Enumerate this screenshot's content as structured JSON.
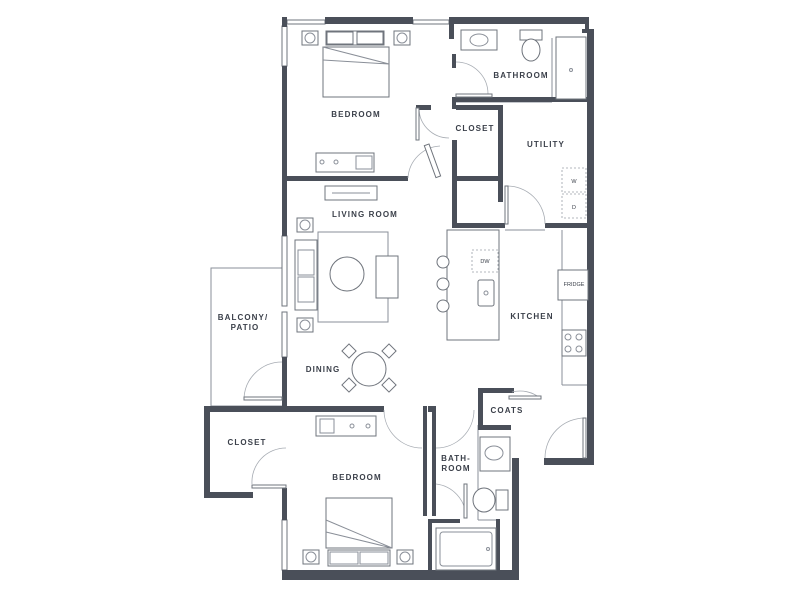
{
  "rooms": {
    "bedroom_top": "BEDROOM",
    "bathroom_top": "BATHROOM",
    "closet_top": "CLOSET",
    "utility": "UTILITY",
    "living_room": "LIVING ROOM",
    "balcony_line1": "BALCONY/",
    "balcony_line2": "PATIO",
    "kitchen": "KITCHEN",
    "dining": "DINING",
    "coats": "COATS",
    "closet_bottom": "CLOSET",
    "bedroom_bottom": "BEDROOM",
    "bath_bottom_line1": "BATH-",
    "bath_bottom_line2": "ROOM"
  },
  "appliances": {
    "washer": "W",
    "dryer": "D",
    "dishwasher": "DW",
    "fridge": "FRIDGE"
  }
}
